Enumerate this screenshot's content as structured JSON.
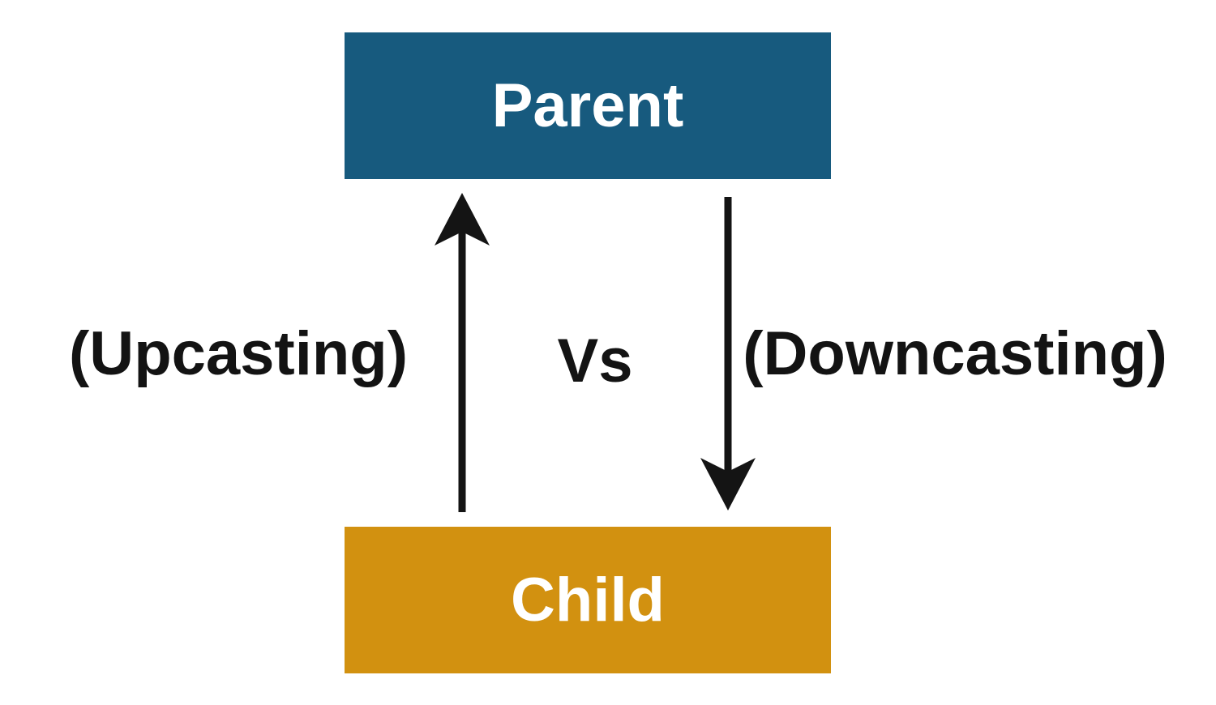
{
  "nodes": {
    "parent": {
      "label": "Parent",
      "fill": "#175A7E",
      "text_color": "#FFFFFF"
    },
    "child": {
      "label": "Child",
      "fill": "#D29110",
      "text_color": "#FFFFFF"
    }
  },
  "labels": {
    "upcasting": "(Upcasting)",
    "versus": "Vs",
    "downcasting": "(Downcasting)",
    "color": "#131313"
  },
  "arrows": {
    "color": "#141414",
    "up_arrow": {
      "direction": "child-to-parent"
    },
    "down_arrow": {
      "direction": "parent-to-child"
    }
  }
}
